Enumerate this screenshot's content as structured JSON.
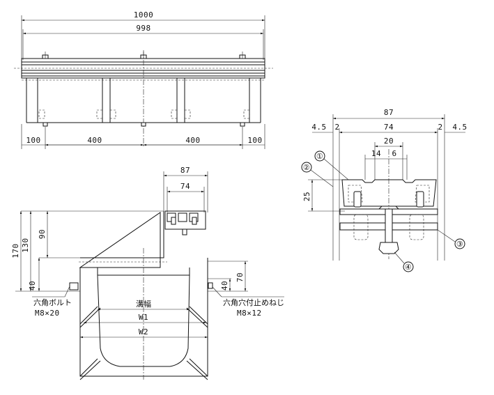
{
  "top_view": {
    "overall_width": "1000",
    "inner_width": "998",
    "spacing": [
      "100",
      "400",
      "400",
      "100"
    ]
  },
  "detail_view": {
    "total": "87",
    "inner": "74",
    "left_gap": "4.5",
    "right_gap": "4.5",
    "left_thin": "2",
    "right_thin": "2",
    "top_width": "20",
    "offset_14": "14",
    "offset_6": "6",
    "height_25": "25",
    "callouts": [
      "①",
      "②",
      "③",
      "④"
    ]
  },
  "section_view": {
    "top_total": "87",
    "top_inner": "74",
    "h170": "170",
    "h130": "130",
    "h90": "90",
    "h40_left": "40",
    "h40_right": "40",
    "h70": "70",
    "groove_width": "溝幅",
    "w1": "W1",
    "w2": "W2",
    "bolt_left_name": "六角ボルト",
    "bolt_left_size": "M8×20",
    "bolt_right_name": "六角穴付止めねじ",
    "bolt_right_size": "M8×12"
  }
}
